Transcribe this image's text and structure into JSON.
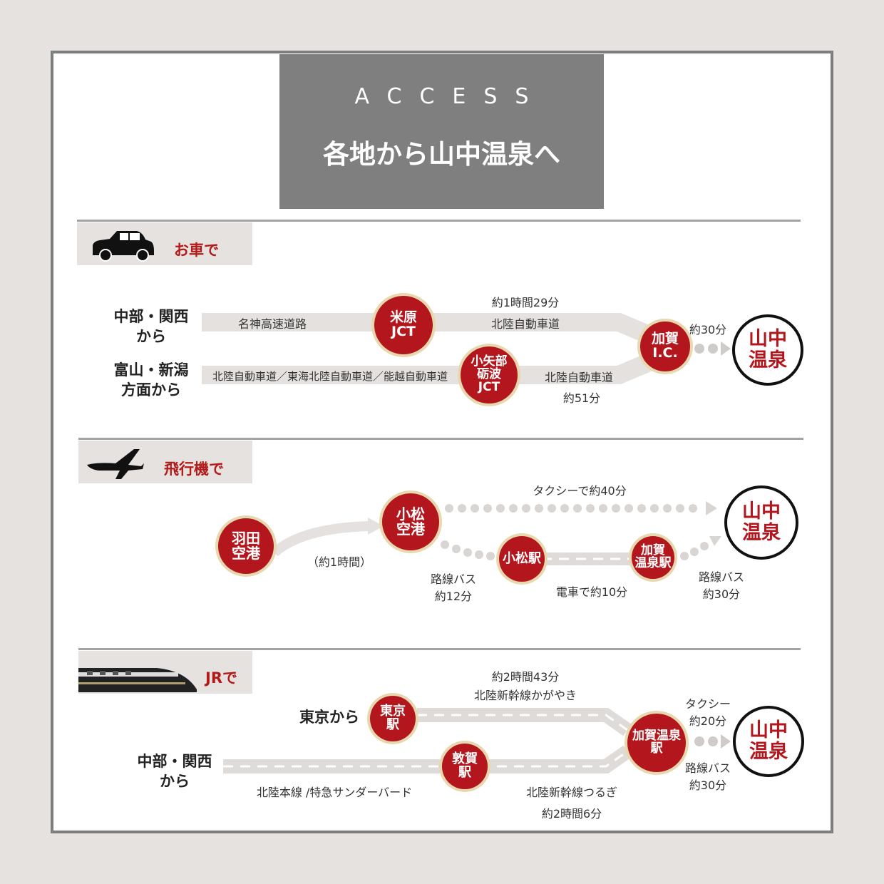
{
  "header": {
    "access": "ACCESS",
    "title": "各地から山中温泉へ"
  },
  "car": {
    "label": "お車で",
    "from1": "中部・関西\nから",
    "from2": "富山・新潟\n方面から",
    "road1": "名神高速道路",
    "jct1": "米原\nJCT",
    "time1": "約1時間29分",
    "road2": "北陸自動車道",
    "road3": "北陸自動車道／東海北陸自動車道／能越自動車道",
    "jct2": "小矢部\n砺波\nJCT",
    "road4": "北陸自動車道",
    "time2": "約51分",
    "ic": "加賀\nI.C.",
    "time3": "約30分",
    "dest": "山中\n温泉"
  },
  "plane": {
    "label": "飛行機で",
    "origin": "羽田\n空港",
    "flight": "（約1時間）",
    "airport": "小松\n空港",
    "taxi": "タクシーで約40分",
    "bus1": "路線バス\n約12分",
    "station1": "小松駅",
    "train": "電車で約10分",
    "station2": "加賀\n温泉駅",
    "bus2": "路線バス\n約30分",
    "dest": "山中\n温泉"
  },
  "jr": {
    "label": "JRで",
    "from1": "東京から",
    "st1": "東京\n駅",
    "time1": "約2時間43分",
    "line1": "北陸新幹線かがやき",
    "from2": "中部・関西\nから",
    "line2": "北陸本線 /特急サンダーバード",
    "st2": "敦賀\n駅",
    "line3": "北陸新幹線つるぎ",
    "time2": "約2時間6分",
    "hub": "加賀温泉\n駅",
    "taxi": "タクシー\n約20分",
    "bus": "路線バス\n約30分",
    "dest": "山中\n温泉"
  }
}
